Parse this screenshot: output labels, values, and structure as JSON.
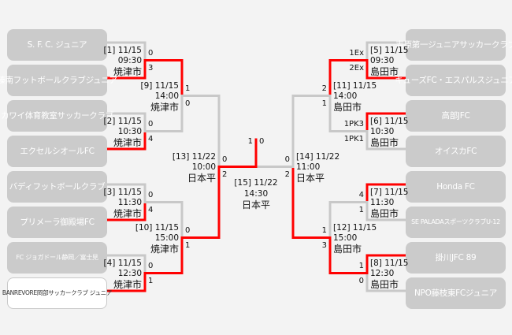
{
  "colors": {
    "line": "#c8c8c8",
    "winner": "#ff0000",
    "box": "#cbcbcb"
  },
  "teams_left": [
    "S. F. C. ジュニア",
    "榛南フットボールクラブジュニア",
    "カワイ体育教室サッカークラブ",
    "エクセルシオールFC",
    "バディフットボールクラブ",
    "プリメーラ御殿場FC",
    "FC ジョガドール静岡／富士見",
    "BANREVORE岡部サッカークラブ ジュニア"
  ],
  "teams_right": [
    "吉原第一ジュニアサッカークラブ",
    "キューズFC・エスパルスジュニア",
    "高部JFC",
    "オイスカFC",
    "Honda FC",
    "SE PALADAスポーツクラブU-12",
    "掛川JFC 89",
    "NPO藤枝東FCジュニア"
  ],
  "matches": [
    {
      "label": "[1] 11/15",
      "time": "09:30",
      "venue": "焼津市",
      "score_top": "0",
      "score_bottom": "3",
      "winner": "bottom"
    },
    {
      "label": "[2] 11/15",
      "time": "10:30",
      "venue": "焼津市",
      "score_top": "0",
      "score_bottom": "4",
      "winner": "bottom"
    },
    {
      "label": "[3] 11/15",
      "time": "11:30",
      "venue": "焼津市",
      "score_top": "0",
      "score_bottom": "4",
      "winner": "bottom"
    },
    {
      "label": "[4] 11/15",
      "time": "12:30",
      "venue": "焼津市",
      "score_top": "0",
      "score_bottom": "1",
      "winner": "bottom"
    },
    {
      "label": "[5] 11/15",
      "time": "09:30",
      "venue": "島田市",
      "score_top": "1Ex",
      "score_bottom": "2Ex",
      "winner": "bottom"
    },
    {
      "label": "[6] 11/15",
      "time": "10:30",
      "venue": "島田市",
      "score_top": "1PK3",
      "score_bottom": "1PK1",
      "winner": "top"
    },
    {
      "label": "[7] 11/15",
      "time": "11:30",
      "venue": "島田市",
      "score_top": "4",
      "score_bottom": "1",
      "winner": "top"
    },
    {
      "label": "[8] 11/15",
      "time": "12:30",
      "venue": "島田市",
      "score_top": "1",
      "score_bottom": "0",
      "winner": "top"
    },
    {
      "label": "[9] 11/15",
      "time": "14:00",
      "venue": "焼津市",
      "score_top": "1",
      "score_bottom": "0",
      "winner": "top"
    },
    {
      "label": "[10] 11/15",
      "time": "15:00",
      "venue": "焼津市",
      "score_top": "0",
      "score_bottom": "1",
      "winner": "bottom"
    },
    {
      "label": "[11] 11/15",
      "time": "14:00",
      "venue": "島田市",
      "score_top": "2",
      "score_bottom": "1",
      "winner": "top"
    },
    {
      "label": "[12] 11/15",
      "time": "15:00",
      "venue": "島田市",
      "score_top": "1",
      "score_bottom": "3",
      "winner": "bottom"
    },
    {
      "label": "[13] 11/22",
      "time": "10:00",
      "venue": "日本平",
      "score_top": "0",
      "score_bottom": "2",
      "winner": "bottom"
    },
    {
      "label": "[14] 11/22",
      "time": "11:00",
      "venue": "日本平",
      "score_top": "0",
      "score_bottom": "2",
      "winner": "bottom"
    },
    {
      "label": "[15] 11/22",
      "time": "14:30",
      "venue": "日本平",
      "score_left": "1",
      "score_right": "0",
      "winner": "left"
    }
  ]
}
